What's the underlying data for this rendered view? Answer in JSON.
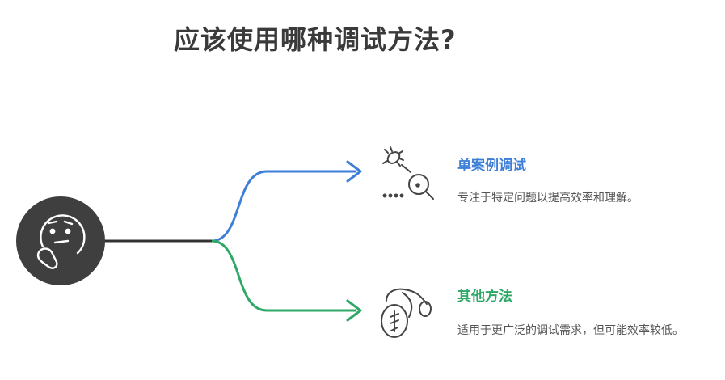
{
  "title": "应该使用哪种调试方法?",
  "options": [
    {
      "title": "单案例调试",
      "description": "专注于特定问题以提高效率和理解。",
      "color": "#3d7fd8",
      "icon": "bug-magnifier-icon"
    },
    {
      "title": "其他方法",
      "description": "适用于更广泛的调试需求，但可能效率较低。",
      "color": "#2ea866",
      "icon": "plant-wrench-icon"
    }
  ],
  "center_icon": "thinking-face-icon",
  "colors": {
    "hub": "#3f3f3f",
    "stem": "#333333"
  }
}
